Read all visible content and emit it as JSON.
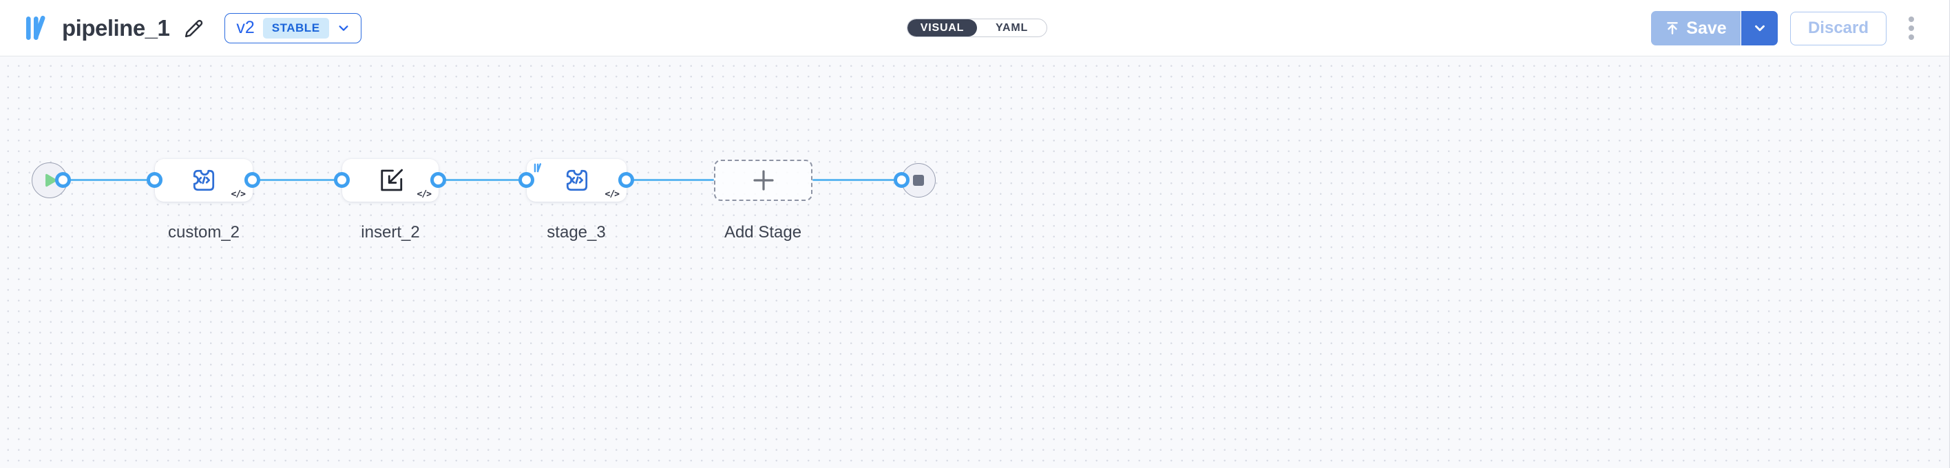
{
  "header": {
    "title": "pipeline_1",
    "version_label": "v2",
    "version_badge": "STABLE",
    "toggle": {
      "visual": "VISUAL",
      "yaml": "YAML",
      "selected": "VISUAL"
    },
    "save_label": "Save",
    "discard_label": "Discard",
    "icons": [
      "library-logo",
      "pencil-icon",
      "chevron-down-icon",
      "upload-icon",
      "kebab-menu-icon"
    ]
  },
  "canvas": {
    "code_badge": "</>",
    "nodes": [
      {
        "id": "start",
        "type": "start",
        "icon": "play-icon"
      },
      {
        "id": "custom_2",
        "label": "custom_2",
        "icon": "function-code-icon"
      },
      {
        "id": "insert_2",
        "label": "insert_2",
        "icon": "insert-icon"
      },
      {
        "id": "stage_3",
        "label": "stage_3",
        "icon": "function-code-icon",
        "corner_badge": "logo-icon"
      },
      {
        "id": "add_stage",
        "label": "Add Stage",
        "icon": "plus-icon"
      },
      {
        "id": "end",
        "type": "end",
        "icon": "stop-icon"
      }
    ]
  },
  "colors": {
    "accent_blue": "#2563eb",
    "edge_blue": "#5db7f1",
    "port_blue": "#3fa0f0",
    "logo_blue": "#4aa4f6",
    "icon_blue": "#2f6fd6",
    "save_disabled_bg": "#9dbbea",
    "save_dropdown_bg": "#3d72d8",
    "discard_text": "#a9c2ee",
    "toggle_dark": "#3b4254",
    "stable_badge_bg": "#cfe9fb",
    "play_green": "#7ed492",
    "stop_gray": "#6b7284",
    "canvas_bg": "#f8f9fc",
    "grid_dot": "#d9dce5"
  }
}
